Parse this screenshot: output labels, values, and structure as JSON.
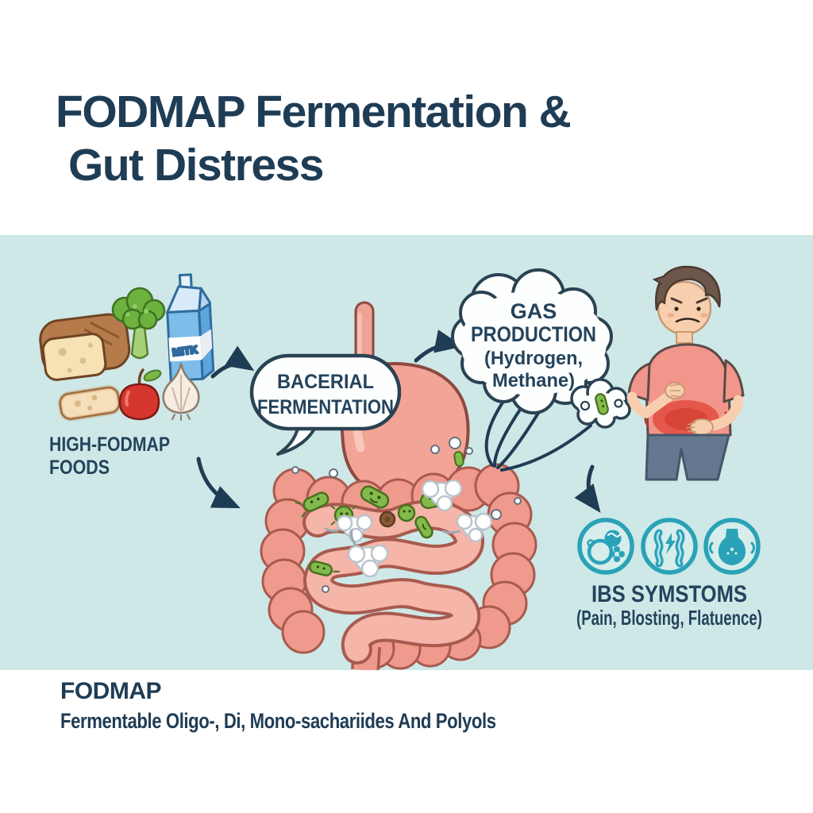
{
  "title": {
    "line1": "FODMAP Fermentation &",
    "line2": "Gut Distress"
  },
  "panel": {
    "foods_label_line1": "HIGH-FODMAP",
    "foods_label_line2": "FOODS",
    "milk_carton_label": "MITK",
    "bubble_line1": "BACERIAL",
    "bubble_line2": "FERMENTATION",
    "cloud_line1": "GAS",
    "cloud_line2": "PRODUCTION",
    "cloud_line3": "(Hydrogen,",
    "cloud_line4": "Methane)",
    "ibs_title": "IBS SYMSTOMS",
    "ibs_subtitle": "(Pain, Blosting, Flatuence)",
    "ibs_icons": [
      "bloating-gas-icon",
      "intestinal-cramps-icon",
      "flatulence-icon"
    ]
  },
  "footer": {
    "acronym": "FODMAP",
    "definition": "Fermentable Oligo-, Di, Mono-sachariides And Polyols"
  },
  "colors": {
    "panel_background": "#cde8e7",
    "heading_text": "#1f3c55",
    "outline_dark": "#2a4252",
    "accent_teal": "#2aa2b8",
    "intestine_pink": "#ef9a8c",
    "stomach_pink": "#f2a496",
    "bacteria_green": "#82ba4b",
    "belly_pain_red": "#e4574a",
    "shirt_pink": "#f2958b",
    "milk_blue": "#7cbde9"
  }
}
